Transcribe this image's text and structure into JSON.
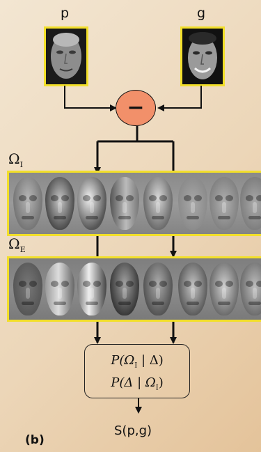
{
  "labels": {
    "probe": "p",
    "gallery": "g",
    "operator": "−",
    "intra_space": "Ω",
    "intra_sub": "I",
    "extra_space": "Ω",
    "extra_sub": "E",
    "prob_line1": "P(Ω",
    "prob_line1_sub": "I",
    "prob_line1_tail": " | Δ)",
    "prob_line2": "P(Δ | Ω",
    "prob_line2_sub": "I",
    "prob_line2_tail": ")",
    "output": "S(p,g)",
    "panel": "(b)"
  },
  "colors": {
    "background": "#ecd6b8",
    "photo_border": "#f2df2a",
    "operator_fill": "#f2906a",
    "arrows": "#111111"
  }
}
